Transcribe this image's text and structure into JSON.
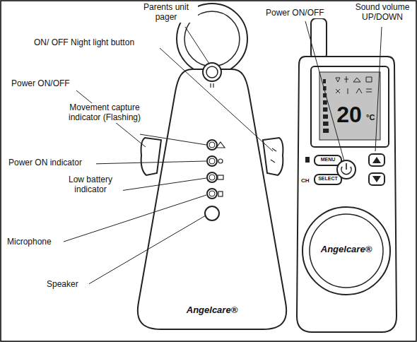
{
  "diagram": {
    "labels": [
      "Parents unit pager",
      "ON/ OFF Night light button",
      "Power ON/OFF",
      "Movement capture indicator (Flashing)",
      "Power ON indicator",
      "Low battery indicator",
      "Microphone",
      "Speaker",
      "Angelcare®",
      "Power ON/OFF",
      "Sound volume UP/DOWN",
      "MENU",
      "SELECT",
      "CH",
      "20",
      "°C",
      "Angelcare®"
    ]
  }
}
